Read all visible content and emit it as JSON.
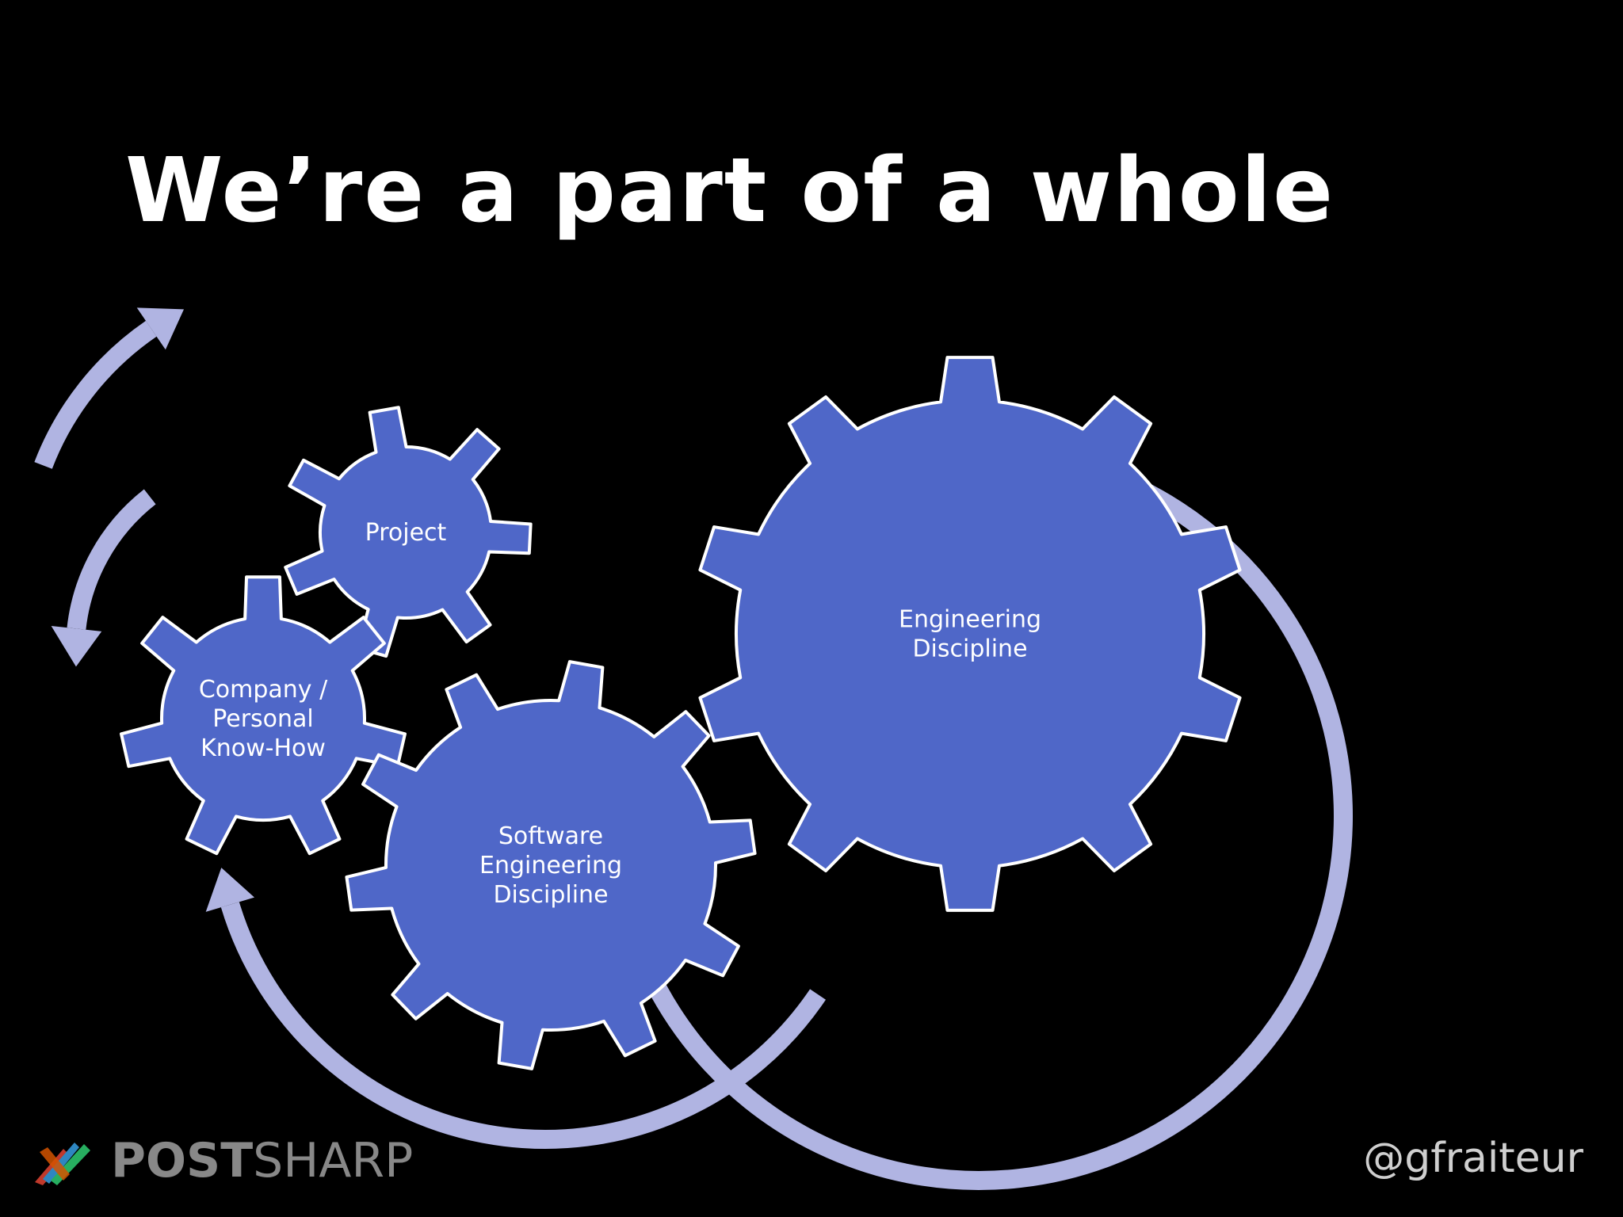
{
  "title": "We’re a part of a whole",
  "gears": [
    {
      "id": "project",
      "lines": [
        "Project"
      ]
    },
    {
      "id": "company",
      "lines": [
        "Company /",
        "Personal",
        "Know-How"
      ]
    },
    {
      "id": "software",
      "lines": [
        "Software",
        "Engineering",
        "Discipline"
      ]
    },
    {
      "id": "engineering",
      "lines": [
        "Engineering",
        "Discipline"
      ]
    }
  ],
  "colors": {
    "gear_fill": "#4F67C8",
    "gear_stroke": "#FFFFFF",
    "arrow": "#B0B4E2",
    "background": "#000000"
  },
  "footer": {
    "handle": "@gfraiteur",
    "logo_bold": "POST",
    "logo_light": "SHARP"
  }
}
